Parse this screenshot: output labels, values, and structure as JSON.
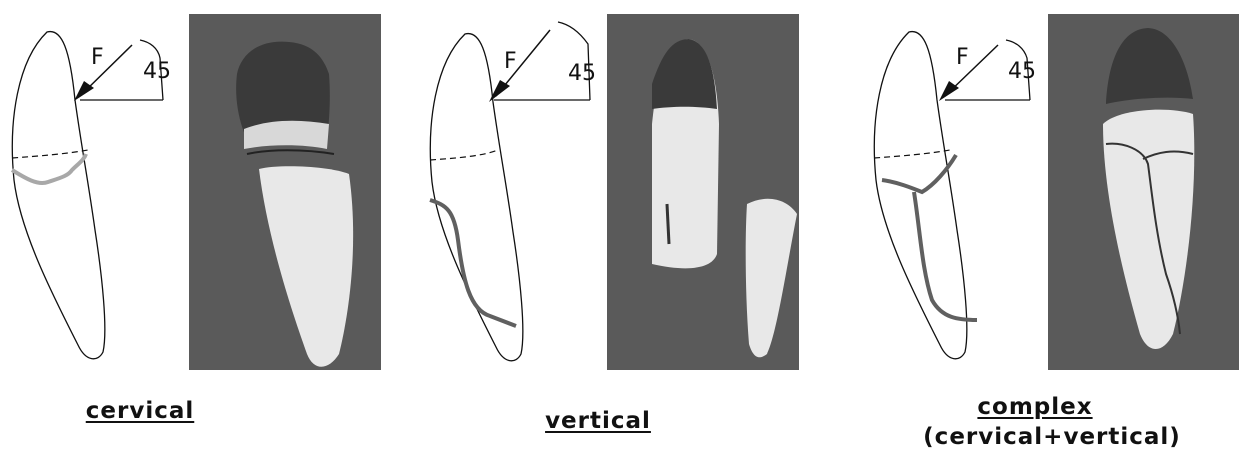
{
  "panels": [
    {
      "id": "cervical",
      "force_label": "F",
      "angle_label": "45",
      "caption": "cervical"
    },
    {
      "id": "vertical",
      "force_label": "F",
      "angle_label": "45",
      "caption": "vertical"
    },
    {
      "id": "complex",
      "force_label": "F",
      "angle_label": "45",
      "caption": "complex",
      "subcaption": "(cervical+vertical)"
    }
  ],
  "colors": {
    "fracture_cervical": "#a8a8a8",
    "fracture_dark": "#606060",
    "photo_bg": "#5a5a5a"
  }
}
